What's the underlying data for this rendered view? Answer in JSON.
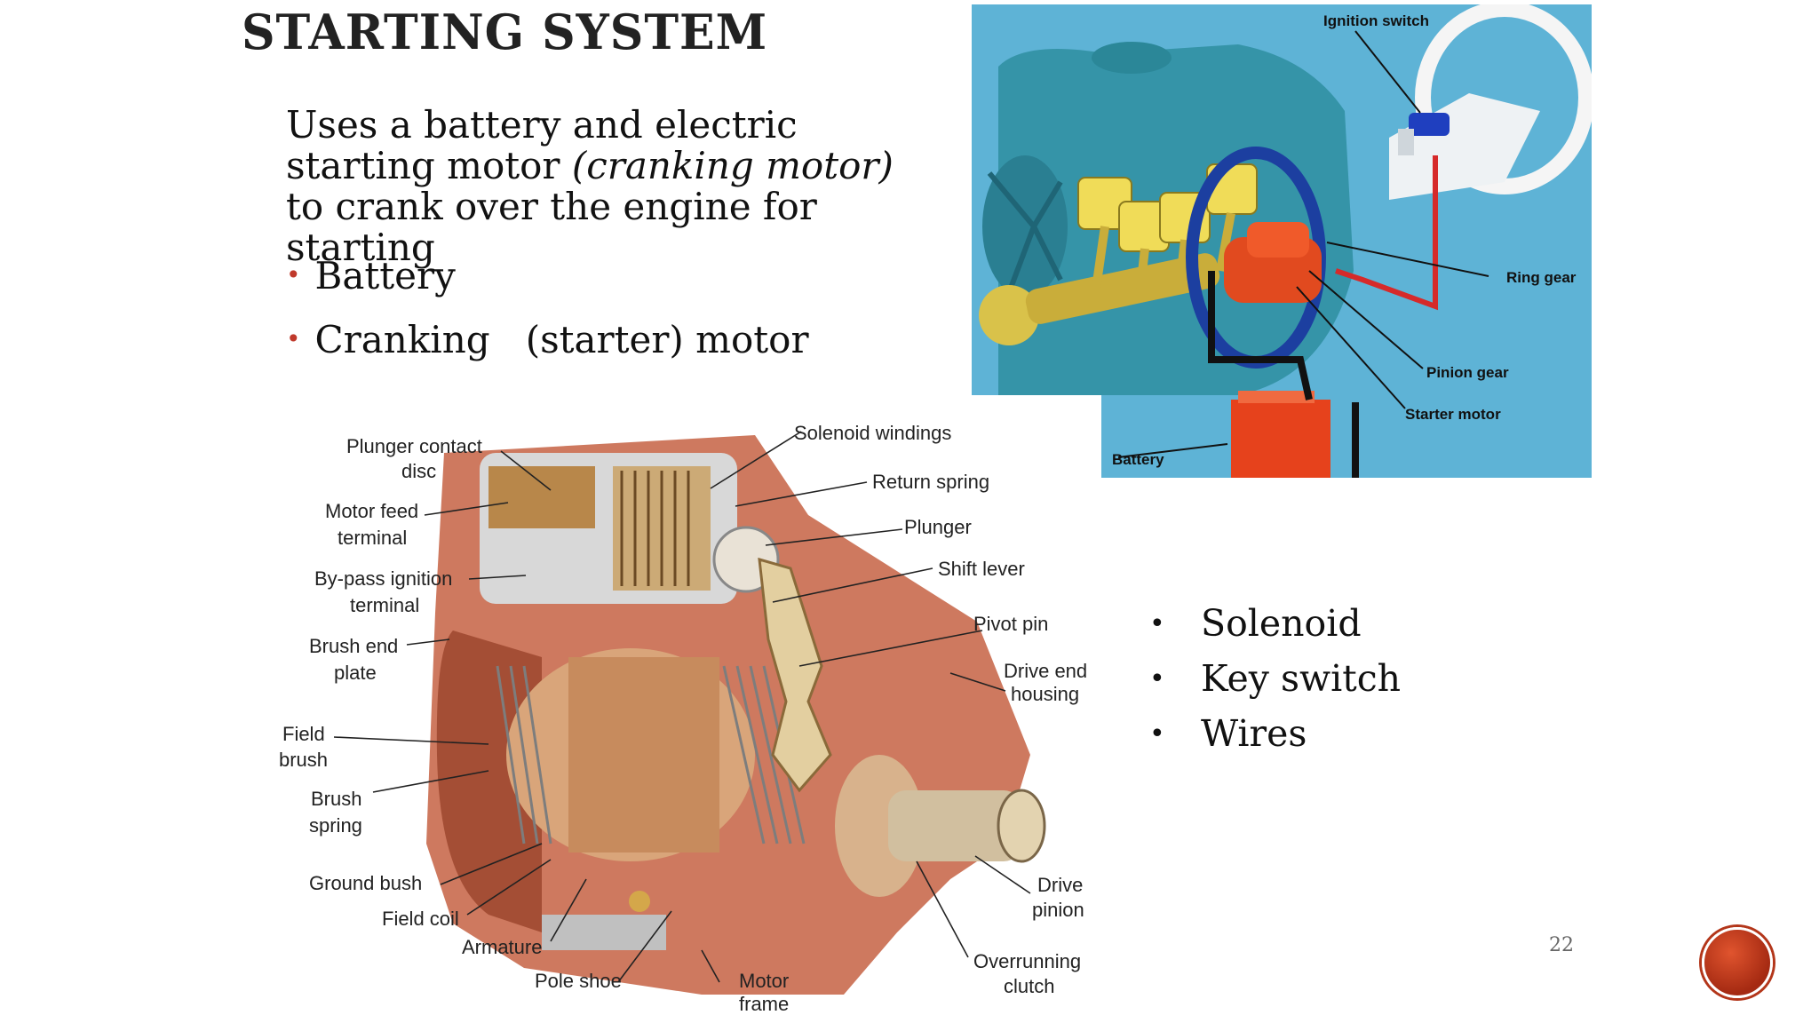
{
  "slide": {
    "title": "STARTING SYSTEM",
    "intro_part1": "Uses a battery and electric starting motor ",
    "intro_italic": "(cranking motor)",
    "intro_part2": " to crank over the engine for starting",
    "left_bullets": [
      "Battery",
      "Cranking   (starter) motor"
    ],
    "right_bullets": [
      "Solenoid",
      "Key switch",
      "Wires"
    ],
    "page_number": "22"
  },
  "engine_diagram": {
    "labels": {
      "ignition_switch": "Ignition switch",
      "ring_gear": "Ring gear",
      "pinion_gear": "Pinion gear",
      "starter_motor": "Starter motor",
      "battery": "Battery"
    }
  },
  "starter_diagram": {
    "labels": {
      "plunger_contact_1": "Plunger contact",
      "plunger_contact_2": "disc",
      "motor_feed_1": "Motor feed",
      "motor_feed_2": "terminal",
      "bypass_1": "By-pass ignition",
      "bypass_2": "terminal",
      "brush_end_1": "Brush end",
      "brush_end_2": "plate",
      "field_brush_1": "Field",
      "field_brush_2": "brush",
      "brush_spring_1": "Brush",
      "brush_spring_2": "spring",
      "ground_bush": "Ground bush",
      "field_coil": "Field coil",
      "armature": "Armature",
      "pole_shoe": "Pole shoe",
      "motor_frame_1": "Motor",
      "motor_frame_2": "frame",
      "overrunning_1": "Overrunning",
      "overrunning_2": "clutch",
      "drive_pinion_1": "Drive",
      "drive_pinion_2": "pinion",
      "drive_end_1": "Drive end",
      "drive_end_2": "housing",
      "pivot_pin": "Pivot pin",
      "shift_lever": "Shift lever",
      "plunger": "Plunger",
      "return_spring": "Return spring",
      "solenoid_windings": "Solenoid windings"
    }
  },
  "colors": {
    "accent": "#c0392b",
    "engine_bg": "#5aaed0",
    "starter_body": "#c96a4e"
  }
}
